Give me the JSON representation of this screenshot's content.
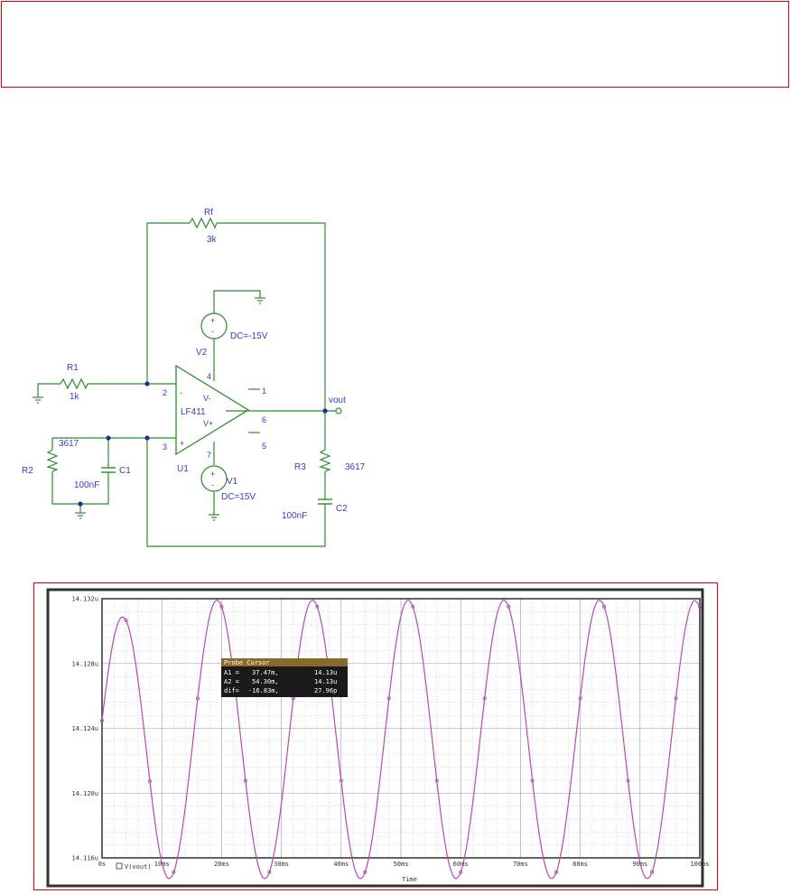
{
  "header": {
    "text": ""
  },
  "schematic": {
    "components": {
      "Rf": {
        "name": "Rf",
        "value": "3k"
      },
      "R1": {
        "name": "R1",
        "value": "1k"
      },
      "R2": {
        "name": "R2",
        "value": "3617"
      },
      "R3": {
        "name": "R3",
        "value": "3617"
      },
      "C1": {
        "name": "C1",
        "value": "100nF"
      },
      "C2": {
        "name": "C2",
        "value": "100nF"
      },
      "U1": {
        "name": "U1",
        "value": "LF411"
      },
      "V1": {
        "name": "V1",
        "value": "DC=15V"
      },
      "V2": {
        "name": "V2",
        "value": "DC=-15V"
      }
    },
    "pins": {
      "p1": "1",
      "p2": "2",
      "p3": "3",
      "p4": "4",
      "p5": "5",
      "p6": "6",
      "p7": "7"
    },
    "opamp_pins": {
      "vminus": "V-",
      "vplus": "V+",
      "inv": "-",
      "noninv": "+"
    },
    "net_label": "vout",
    "colors": {
      "wire": "#2e8b2e",
      "label": "#3a3ad0",
      "part": "#2e8b2e"
    }
  },
  "chart_data": {
    "type": "line",
    "title": "",
    "xlabel": "Time",
    "ylabel": "",
    "xlim": [
      0,
      100
    ],
    "ylim": [
      14.116,
      14.132
    ],
    "x_ticks": [
      "0s",
      "10ms",
      "20ms",
      "30ms",
      "40ms",
      "50ms",
      "60ms",
      "70ms",
      "80ms",
      "90ms",
      "100ms"
    ],
    "y_ticks": [
      "14.116u",
      "14.120u",
      "14.124u",
      "14.128u",
      "14.132u"
    ],
    "grid": true,
    "legend": "bottom-left",
    "series": [
      {
        "name": "V(vout)",
        "color": "#b44ab4",
        "x": [
          0,
          1,
          2,
          3,
          4,
          5,
          6,
          7,
          8,
          9,
          10,
          11,
          12,
          13,
          14,
          15,
          16,
          17,
          18,
          19,
          20,
          21,
          22,
          23,
          24,
          25,
          26,
          27,
          28,
          29,
          30,
          31,
          32,
          33,
          34,
          35,
          36,
          37,
          38,
          39,
          40,
          41,
          42,
          43,
          44,
          45,
          46,
          47,
          48,
          49,
          50,
          51,
          52,
          53,
          54,
          55,
          56,
          57,
          58,
          59,
          60,
          61,
          62,
          63,
          64,
          65,
          66,
          67,
          68,
          69,
          70,
          71,
          72,
          73,
          74,
          75,
          76,
          77,
          78,
          79,
          80,
          81,
          82,
          83,
          84,
          85,
          86,
          87,
          88,
          89,
          90,
          91,
          92,
          93,
          94,
          95,
          96,
          97,
          98,
          99,
          100
        ],
        "y": [
          14.12448,
          14.1274,
          14.12961,
          14.13075,
          14.13067,
          14.12936,
          14.12701,
          14.12398,
          14.12074,
          14.11781,
          14.11571,
          14.11476,
          14.11512,
          14.11673,
          14.11934,
          14.12254,
          14.12585,
          14.1288,
          14.13092,
          14.13187,
          14.13151,
          14.1299,
          14.12728,
          14.12408,
          14.12077,
          14.11782,
          14.11571,
          14.11476,
          14.11512,
          14.11673,
          14.11934,
          14.12254,
          14.12585,
          14.1288,
          14.13092,
          14.13187,
          14.13151,
          14.1299,
          14.12728,
          14.12408,
          14.12077,
          14.11782,
          14.11571,
          14.11476,
          14.11512,
          14.11673,
          14.11934,
          14.12254,
          14.12585,
          14.1288,
          14.13092,
          14.13187,
          14.13151,
          14.1299,
          14.12728,
          14.12408,
          14.12077,
          14.11782,
          14.11571,
          14.11476,
          14.11512,
          14.11673,
          14.11934,
          14.12254,
          14.12585,
          14.1288,
          14.13092,
          14.13187,
          14.13151,
          14.1299,
          14.12728,
          14.12408,
          14.12077,
          14.11782,
          14.11571,
          14.11476,
          14.11512,
          14.11673,
          14.11934,
          14.12254,
          14.12585,
          14.1288,
          14.13092,
          14.13187,
          14.13151,
          14.1299,
          14.12728,
          14.12408,
          14.12077,
          14.11782,
          14.11571,
          14.11476,
          14.11512,
          14.11673,
          14.11934,
          14.12254,
          14.12585,
          14.1288,
          14.13092,
          14.13187,
          14.13151
        ]
      }
    ],
    "probe_cursor": {
      "title": "Probe Cursor",
      "rows": [
        {
          "label": "A1 =",
          "x": "37.47m,",
          "y": "14.13u"
        },
        {
          "label": "A2 =",
          "x": "54.30m,",
          "y": "14.13u"
        },
        {
          "label": "dif=",
          "x": "-16.83m,",
          "y": "27.96p"
        }
      ]
    },
    "colors": {
      "background": "#ffffff",
      "grid": "#9a9a9a",
      "frame": "#303030",
      "cursor_box": "#1a1a1a",
      "cursor_title": "#8a6a2a"
    }
  }
}
